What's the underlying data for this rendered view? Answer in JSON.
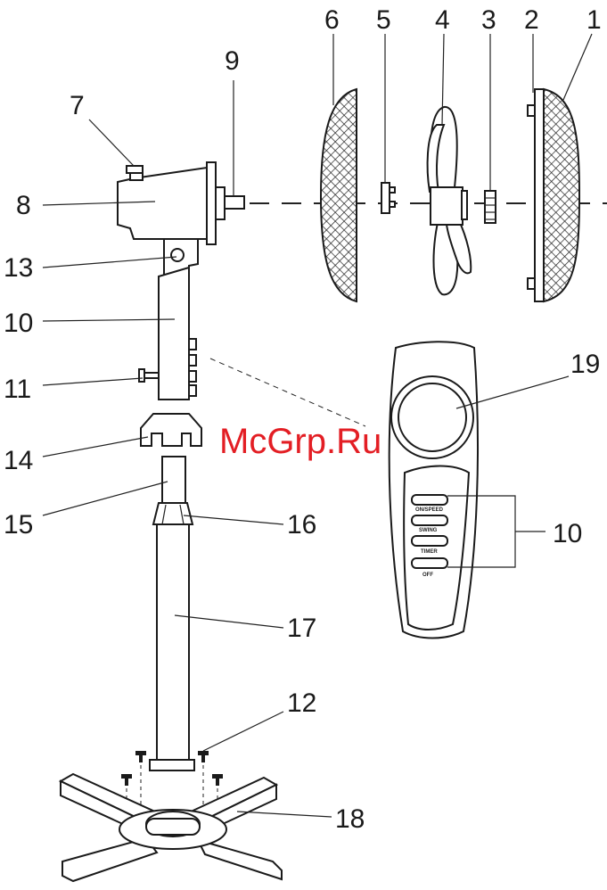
{
  "callouts": {
    "c1": "1",
    "c2": "2",
    "c3": "3",
    "c4": "4",
    "c5": "5",
    "c6": "6",
    "c7": "7",
    "c8": "8",
    "c9": "9",
    "c10a": "10",
    "c10b": "10",
    "c11": "11",
    "c12": "12",
    "c13": "13",
    "c14": "14",
    "c15": "15",
    "c16": "16",
    "c17": "17",
    "c18": "18",
    "c19": "19"
  },
  "remote": {
    "btn1": "ON/SPEED",
    "btn2": "SWING",
    "btn3": "TIMER",
    "btn4": "OFF"
  },
  "watermark": "McGrp.Ru",
  "colors": {
    "line": "#1a1a1a",
    "watermark": "#e31e24",
    "background": "#ffffff"
  }
}
